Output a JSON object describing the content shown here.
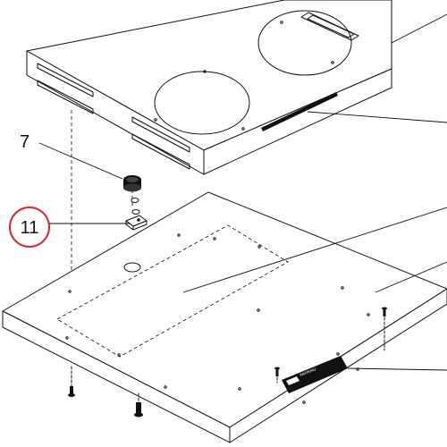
{
  "callouts": {
    "part_7": {
      "number": "7"
    },
    "part_11": {
      "number": "11",
      "highlight_color": "#d9262c"
    }
  },
  "warning_label": {
    "text": "WARNING"
  },
  "icons": [
    "cap-icon",
    "bracket-icon",
    "screw-icon",
    "warning-label-icon",
    "fan-hole-icon"
  ]
}
